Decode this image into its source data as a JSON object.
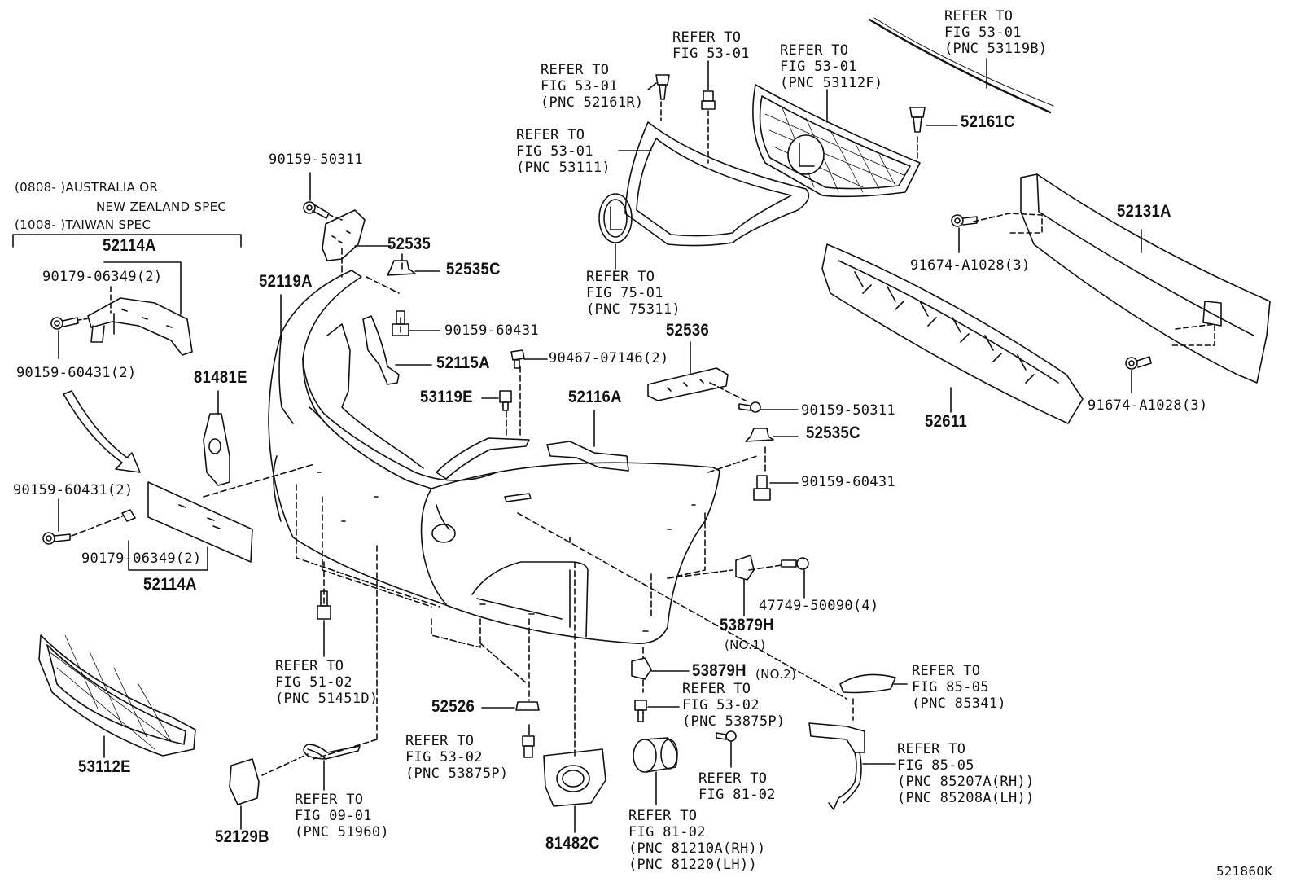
{
  "diagram_code": "521860K",
  "spec_notes": [
    "(0808-      )AUSTRALIA OR",
    "NEW ZEALAND SPEC",
    "(1008-      )TAIWAN SPEC"
  ],
  "part_numbers": [
    "52114A",
    "90179-06349(2)",
    "90159-60431(2)",
    "90159-50311",
    "52535",
    "52535C",
    "52119A",
    "90159-60431",
    "52115A",
    "90467-07146(2)",
    "53119E",
    "81481E",
    "52116A",
    "52536",
    "90159-50311",
    "52535C",
    "90159-60431",
    "90159-60431(2)",
    "90179-06349(2)",
    "52114A",
    "52161C",
    "52131A",
    "91674-A1028(3)",
    "52611",
    "91674-A1028(3)",
    "47749-50090(4)",
    "53879H",
    "(NO.1)",
    "53879H",
    "(NO.2)",
    "52526",
    "53112E",
    "52129B",
    "81482C"
  ],
  "refer_notes": [
    [
      "REFER TO",
      "FIG 53-01",
      "(PNC 52161R)"
    ],
    [
      "REFER TO",
      "FIG 53-01"
    ],
    [
      "REFER TO",
      "FIG 53-01",
      "(PNC 53112F)"
    ],
    [
      "REFER TO",
      "FIG 53-01",
      "(PNC 53119B)"
    ],
    [
      "REFER TO",
      "FIG 53-01",
      "(PNC 53111)"
    ],
    [
      "REFER TO",
      "FIG 75-01",
      "(PNC 75311)"
    ],
    [
      "REFER TO",
      "FIG 51-02",
      "(PNC 51451D)"
    ],
    [
      "REFER TO",
      "FIG 53-02",
      "(PNC 53875P)"
    ],
    [
      "REFER TO",
      "FIG 53-02",
      "(PNC 53875P)"
    ],
    [
      "REFER TO",
      "FIG 85-05",
      "(PNC 85341)"
    ],
    [
      "REFER TO",
      "FIG 85-05",
      "(PNC 85207A(RH))",
      "(PNC 85208A(LH))"
    ],
    [
      "REFER TO",
      "FIG 81-02"
    ],
    [
      "REFER TO",
      "FIG 81-02",
      "(PNC 81210A(RH))",
      "(PNC 81220(LH))"
    ],
    [
      "REFER TO",
      "FIG 09-01",
      "(PNC 51960)"
    ]
  ]
}
